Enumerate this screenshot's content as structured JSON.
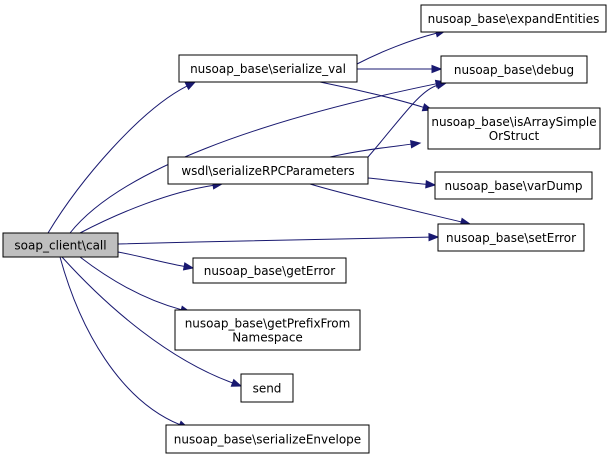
{
  "diagram": {
    "colors": {
      "edge": "#191970",
      "root_fill": "#bfbfbf",
      "node_fill": "#ffffff",
      "node_border": "#000000"
    },
    "nodes": [
      {
        "id": "soap_client_call",
        "name": "node-soap-client-call",
        "lines": [
          "soap_client\\call"
        ],
        "root": true
      },
      {
        "id": "serialize_val",
        "name": "node-serialize-val",
        "lines": [
          "nusoap_base\\serialize_val"
        ]
      },
      {
        "id": "wsdl_serializeRPCParameters",
        "name": "node-wsdl-serialize-rpc-parameters",
        "lines": [
          "wsdl\\serializeRPCParameters"
        ]
      },
      {
        "id": "expandEntities",
        "name": "node-expand-entities",
        "lines": [
          "nusoap_base\\expandEntities"
        ]
      },
      {
        "id": "debug",
        "name": "node-debug",
        "lines": [
          "nusoap_base\\debug"
        ]
      },
      {
        "id": "isArraySimpleOrStruct",
        "name": "node-is-array-simple-or-struct",
        "lines": [
          "nusoap_base\\isArraySimple",
          "OrStruct"
        ]
      },
      {
        "id": "varDump",
        "name": "node-var-dump",
        "lines": [
          "nusoap_base\\varDump"
        ]
      },
      {
        "id": "setError",
        "name": "node-set-error",
        "lines": [
          "nusoap_base\\setError"
        ]
      },
      {
        "id": "getError",
        "name": "node-get-error",
        "lines": [
          "nusoap_base\\getError"
        ]
      },
      {
        "id": "getPrefixFromNamespace",
        "name": "node-get-prefix-from-namespace",
        "lines": [
          "nusoap_base\\getPrefixFrom",
          "Namespace"
        ]
      },
      {
        "id": "send",
        "name": "node-send",
        "lines": [
          "send"
        ]
      },
      {
        "id": "serializeEnvelope",
        "name": "node-serialize-envelope",
        "lines": [
          "nusoap_base\\serializeEnvelope"
        ]
      }
    ],
    "edges": [
      {
        "from": "soap_client_call",
        "to": "serialize_val"
      },
      {
        "from": "soap_client_call",
        "to": "debug"
      },
      {
        "from": "soap_client_call",
        "to": "wsdl_serializeRPCParameters"
      },
      {
        "from": "soap_client_call",
        "to": "setError"
      },
      {
        "from": "soap_client_call",
        "to": "getError"
      },
      {
        "from": "soap_client_call",
        "to": "getPrefixFromNamespace"
      },
      {
        "from": "soap_client_call",
        "to": "send"
      },
      {
        "from": "soap_client_call",
        "to": "serializeEnvelope"
      },
      {
        "from": "serialize_val",
        "to": "expandEntities"
      },
      {
        "from": "serialize_val",
        "to": "debug"
      },
      {
        "from": "serialize_val",
        "to": "isArraySimpleOrStruct"
      },
      {
        "from": "wsdl_serializeRPCParameters",
        "to": "debug"
      },
      {
        "from": "wsdl_serializeRPCParameters",
        "to": "isArraySimpleOrStruct"
      },
      {
        "from": "wsdl_serializeRPCParameters",
        "to": "varDump"
      },
      {
        "from": "wsdl_serializeRPCParameters",
        "to": "setError"
      }
    ]
  }
}
